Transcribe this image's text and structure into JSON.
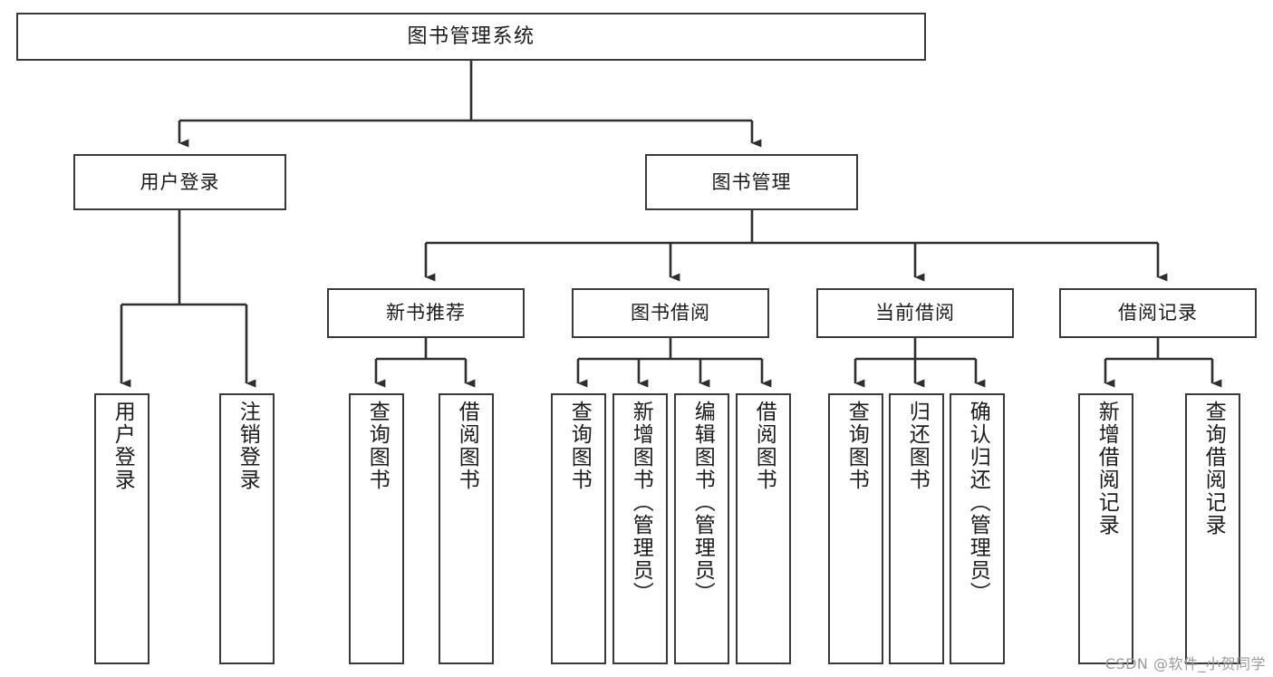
{
  "diagram": {
    "title": "图书管理系统",
    "watermark": "CSDN @软件_小贺同学",
    "stroke_color": "#3a3a3a",
    "box_fill": "#ffffff",
    "text_color": "#1b1b1b",
    "watermark_color": "#9b9b9b"
  },
  "nodes": {
    "root": {
      "label": "图书管理系统"
    },
    "user_login": {
      "label": "用户登录"
    },
    "book_manage": {
      "label": "图书管理"
    },
    "new_book_rec": {
      "label": "新书推荐"
    },
    "book_borrow": {
      "label": "图书借阅"
    },
    "current_borrow": {
      "label": "当前借阅"
    },
    "borrow_record": {
      "label": "借阅记录"
    },
    "leaf_user_login": {
      "label": "用户登录"
    },
    "leaf_user_logout": {
      "label": "注销登录"
    },
    "leaf_rec_query": {
      "label": "查询图书"
    },
    "leaf_rec_borrow": {
      "label": "借阅图书"
    },
    "leaf_borrow_query": {
      "label": "查询图书"
    },
    "leaf_borrow_add": {
      "label": "新增图书（管理员）"
    },
    "leaf_borrow_edit": {
      "label": "编辑图书（管理员）"
    },
    "leaf_borrow_borrow": {
      "label": "借阅图书"
    },
    "leaf_cur_query": {
      "label": "查询图书"
    },
    "leaf_cur_return": {
      "label": "归还图书"
    },
    "leaf_cur_confirm": {
      "label": "确认归还（管理员）"
    },
    "leaf_rec_add": {
      "label": "新增借阅记录"
    },
    "leaf_rec_search": {
      "label": "查询借阅记录"
    }
  },
  "tree": {
    "root": "图书管理系统",
    "children": [
      {
        "label": "用户登录",
        "children": [
          {
            "label": "用户登录"
          },
          {
            "label": "注销登录"
          }
        ]
      },
      {
        "label": "图书管理",
        "children": [
          {
            "label": "新书推荐",
            "children": [
              {
                "label": "查询图书"
              },
              {
                "label": "借阅图书"
              }
            ]
          },
          {
            "label": "图书借阅",
            "children": [
              {
                "label": "查询图书"
              },
              {
                "label": "新增图书（管理员）"
              },
              {
                "label": "编辑图书（管理员）"
              },
              {
                "label": "借阅图书"
              }
            ]
          },
          {
            "label": "当前借阅",
            "children": [
              {
                "label": "查询图书"
              },
              {
                "label": "归还图书"
              },
              {
                "label": "确认归还（管理员）"
              }
            ]
          },
          {
            "label": "借阅记录",
            "children": [
              {
                "label": "新增借阅记录"
              },
              {
                "label": "查询借阅记录"
              }
            ]
          }
        ]
      }
    ]
  }
}
